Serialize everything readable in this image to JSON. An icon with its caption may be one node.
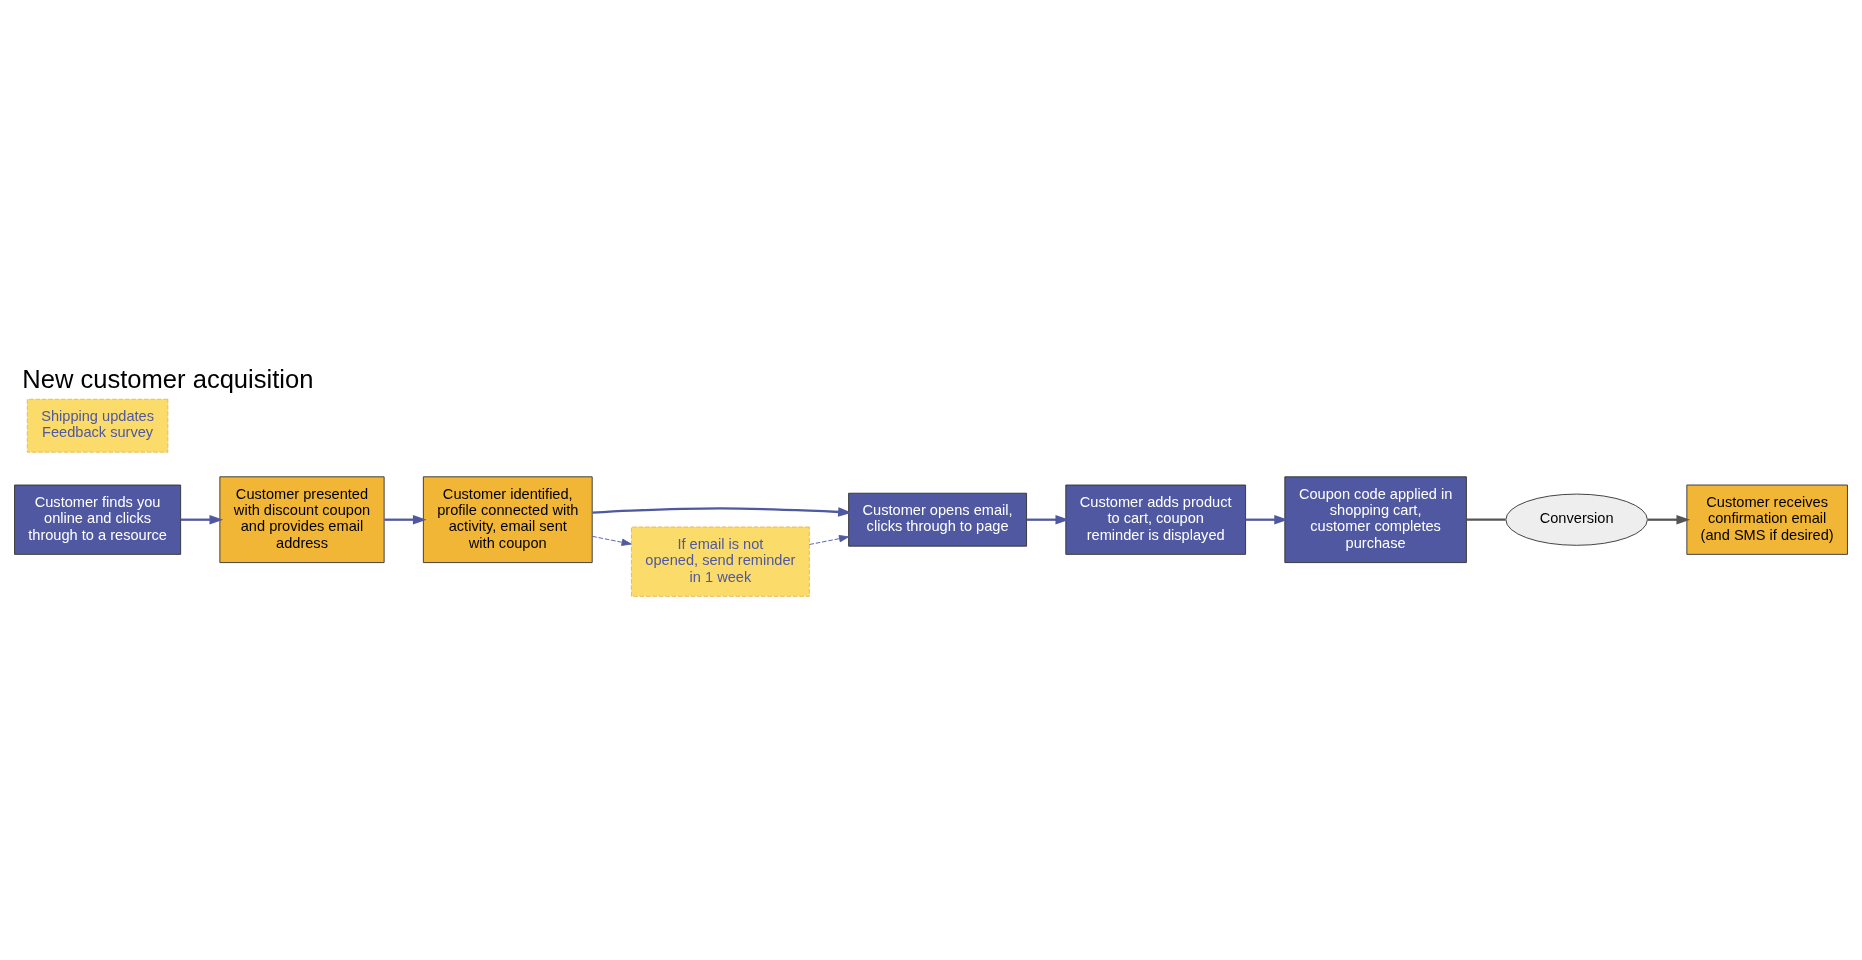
{
  "diagram": {
    "title": "New customer acquisition",
    "nodes": [
      {
        "text": [
          "Customer finds you online and clicks through to a resource"
        ]
      },
      {
        "text": [
          "Customer presented with discount coupon and provides email address"
        ]
      },
      {
        "text": [
          "Customer identified, profile connected with activity, email sent with coupon"
        ]
      },
      {
        "text": [
          "Customer opens email, clicks through to page"
        ]
      },
      {
        "text": [
          "If email is not opened, send reminder in 1 week"
        ]
      },
      {
        "text": [
          "Customer adds product to cart, coupon reminder is displayed"
        ]
      },
      {
        "text": [
          "Coupon code applied in shopping cart, customer completes purchase"
        ]
      },
      {
        "text": [
          "Conversion"
        ]
      },
      {
        "text": [
          "Customer receives confirmation email (and SMS if desired)"
        ]
      },
      {
        "text": [
          "Shipping updates",
          "Feedback survey"
        ]
      }
    ],
    "edges": [
      {
        "from": 0,
        "to": 1,
        "arrow": "to"
      },
      {
        "from": 1,
        "to": 2,
        "arrow": "to"
      },
      {
        "from": 2,
        "to": 3,
        "arrow": "to"
      },
      {
        "from": 2,
        "to": 4,
        "arrow": "to",
        "style": "dashed"
      },
      {
        "from": 4,
        "to": 3,
        "arrow": "to",
        "style": "dashed"
      },
      {
        "from": 3,
        "to": 5,
        "arrow": "to"
      },
      {
        "from": 5,
        "to": 6,
        "arrow": "to"
      },
      {
        "from": 6,
        "to": 7,
        "arrow": "none",
        "color": "#555555"
      },
      {
        "from": 7,
        "to": 8,
        "arrow": "to",
        "color": "#555555"
      }
    ]
  }
}
